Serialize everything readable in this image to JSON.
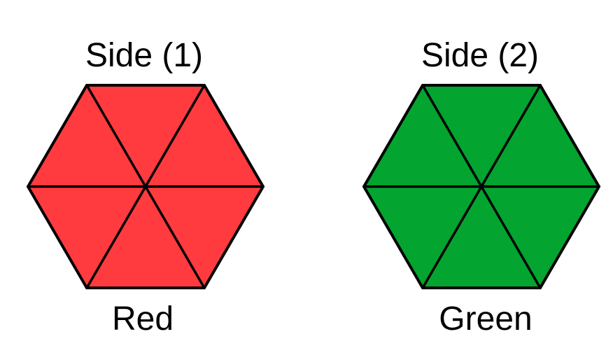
{
  "panels": [
    {
      "title": "Side (1)",
      "caption": "Red",
      "fill_color": "#ff3b3f"
    },
    {
      "title": "Side (2)",
      "caption": "Green",
      "fill_color": "#03a42f"
    }
  ],
  "line_color": "#000000"
}
